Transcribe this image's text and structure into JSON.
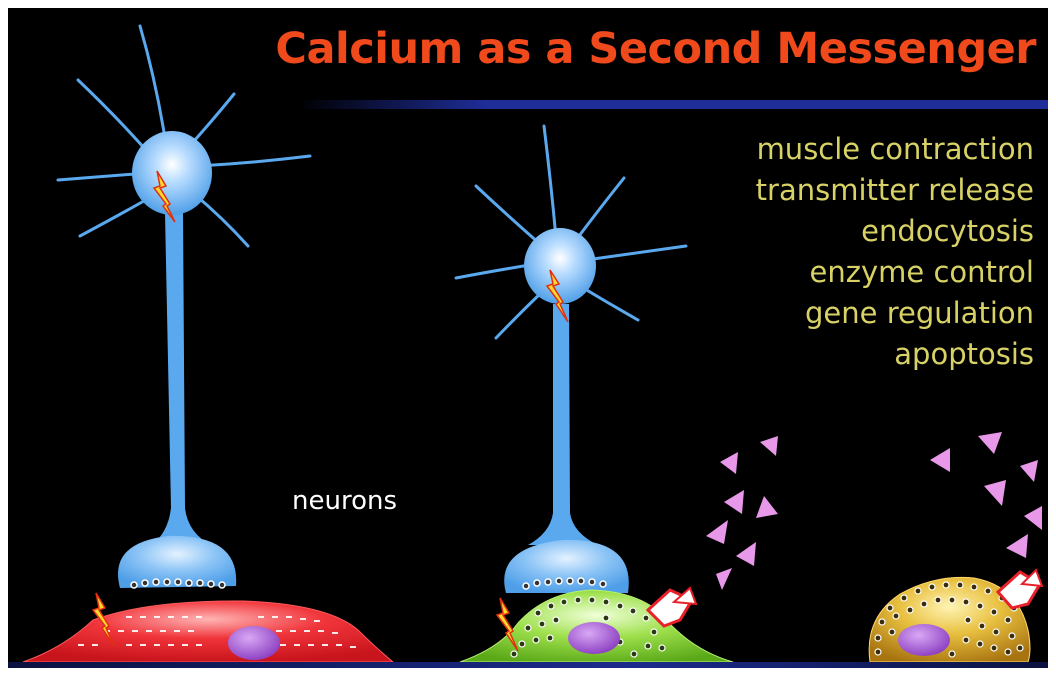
{
  "title": "Calcium as a Second Messenger",
  "functions": [
    "muscle contraction",
    "transmitter release",
    "endocytosis",
    "enzyme control",
    "gene regulation",
    "apoptosis"
  ],
  "neurons_label": "neurons",
  "colors": {
    "title": "#f04a1c",
    "function_text": "#d8d266",
    "neuron": "#5aa9ef",
    "muscle_cell": "#e8202a",
    "secretory_cell": "#7ccf2a",
    "endocrine_cell": "#d2a020",
    "nucleus": "#9848c8",
    "secreted_particles": "#e898e8"
  },
  "icons": {
    "lightning": "lightning-bolt-icon",
    "receptor": "receptor-icon",
    "secretion": "secreted-particle-icon"
  }
}
